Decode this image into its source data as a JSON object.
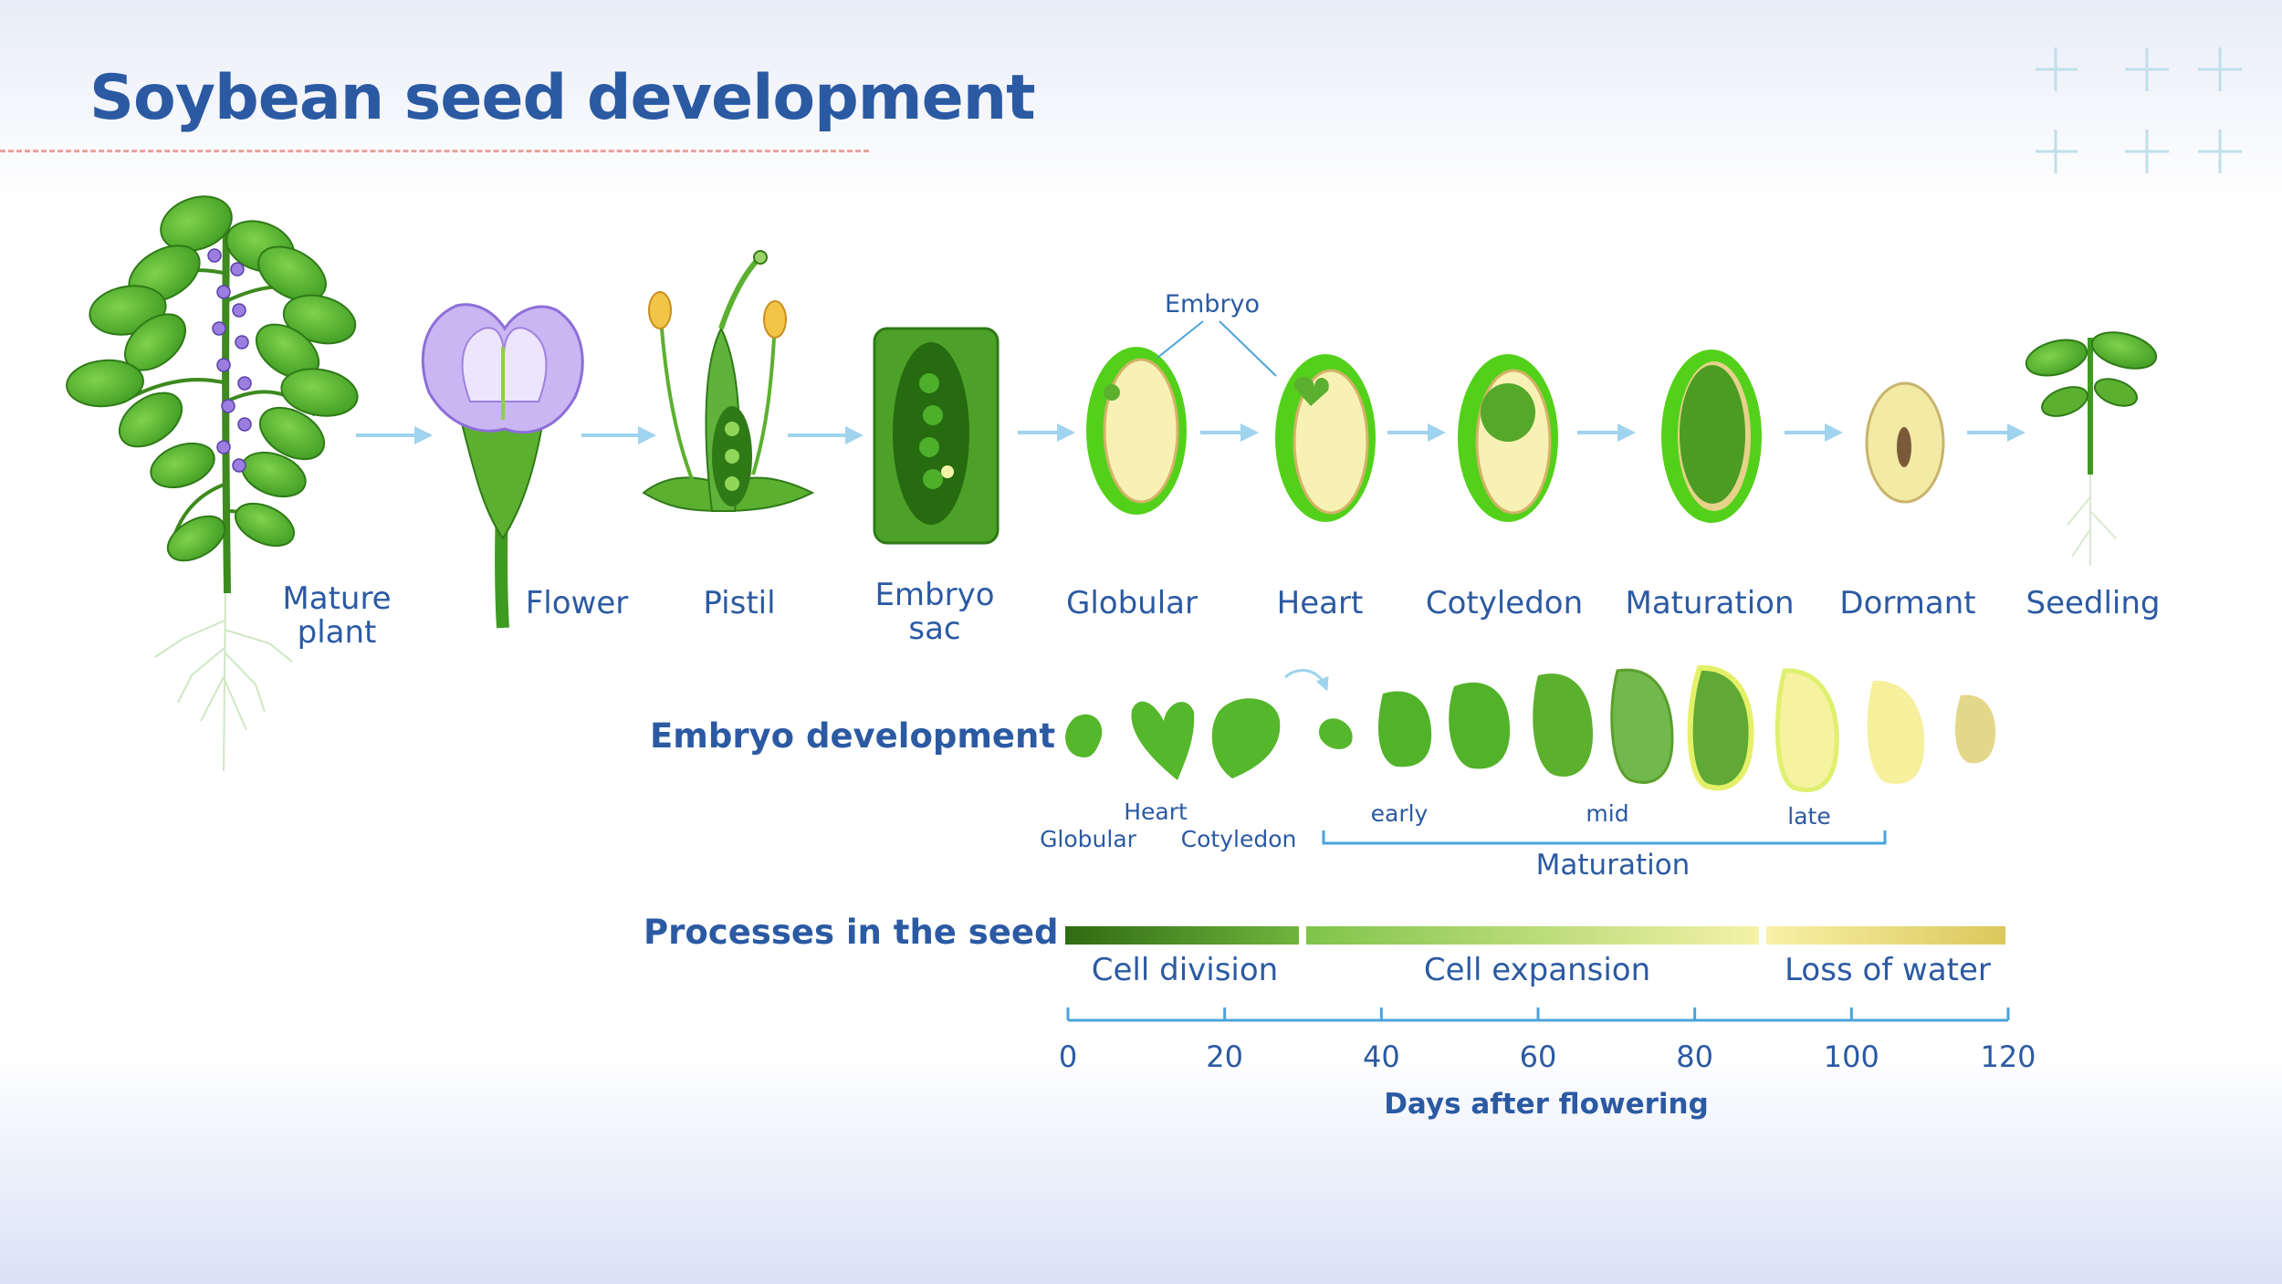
{
  "title": "Soybean seed development",
  "stages": [
    {
      "name": "mature-plant",
      "label": "Mature\nplant"
    },
    {
      "name": "flower",
      "label": "Flower"
    },
    {
      "name": "pistil",
      "label": "Pistil"
    },
    {
      "name": "embryo-sac",
      "label": "Embryo\nsac"
    },
    {
      "name": "globular",
      "label": "Globular"
    },
    {
      "name": "heart",
      "label": "Heart"
    },
    {
      "name": "cotyledon",
      "label": "Cotyledon"
    },
    {
      "name": "maturation",
      "label": "Maturation"
    },
    {
      "name": "dormant",
      "label": "Dormant"
    },
    {
      "name": "seedling",
      "label": "Seedling"
    }
  ],
  "embryo_callout": "Embryo",
  "embryo_development": {
    "heading": "Embryo development",
    "labels": {
      "globular": "Globular",
      "heart": "Heart",
      "cotyledon": "Cotyledon",
      "early": "early",
      "mid": "mid",
      "late": "late",
      "maturation": "Maturation"
    }
  },
  "processes": {
    "heading": "Processes in the seed",
    "items": [
      {
        "label": "Cell division",
        "start": 0,
        "end": 30
      },
      {
        "label": "Cell expansion",
        "start": 30,
        "end": 88
      },
      {
        "label": "Loss of water",
        "start": 88,
        "end": 120
      }
    ],
    "colors": {
      "division": [
        "#2f6b12",
        "#6fb53d"
      ],
      "expansion": [
        "#7fc44a",
        "#f4f2a8"
      ],
      "water": [
        "#f8f0a6",
        "#dbc85c"
      ]
    }
  },
  "axis": {
    "title": "Days after flowering",
    "min": 0,
    "max": 120,
    "ticks": [
      0,
      20,
      40,
      60,
      80,
      100,
      120
    ]
  },
  "colors": {
    "accent": "#2b5aa3",
    "arrow": "#9fd3ee",
    "axis": "#4aa3dc"
  }
}
